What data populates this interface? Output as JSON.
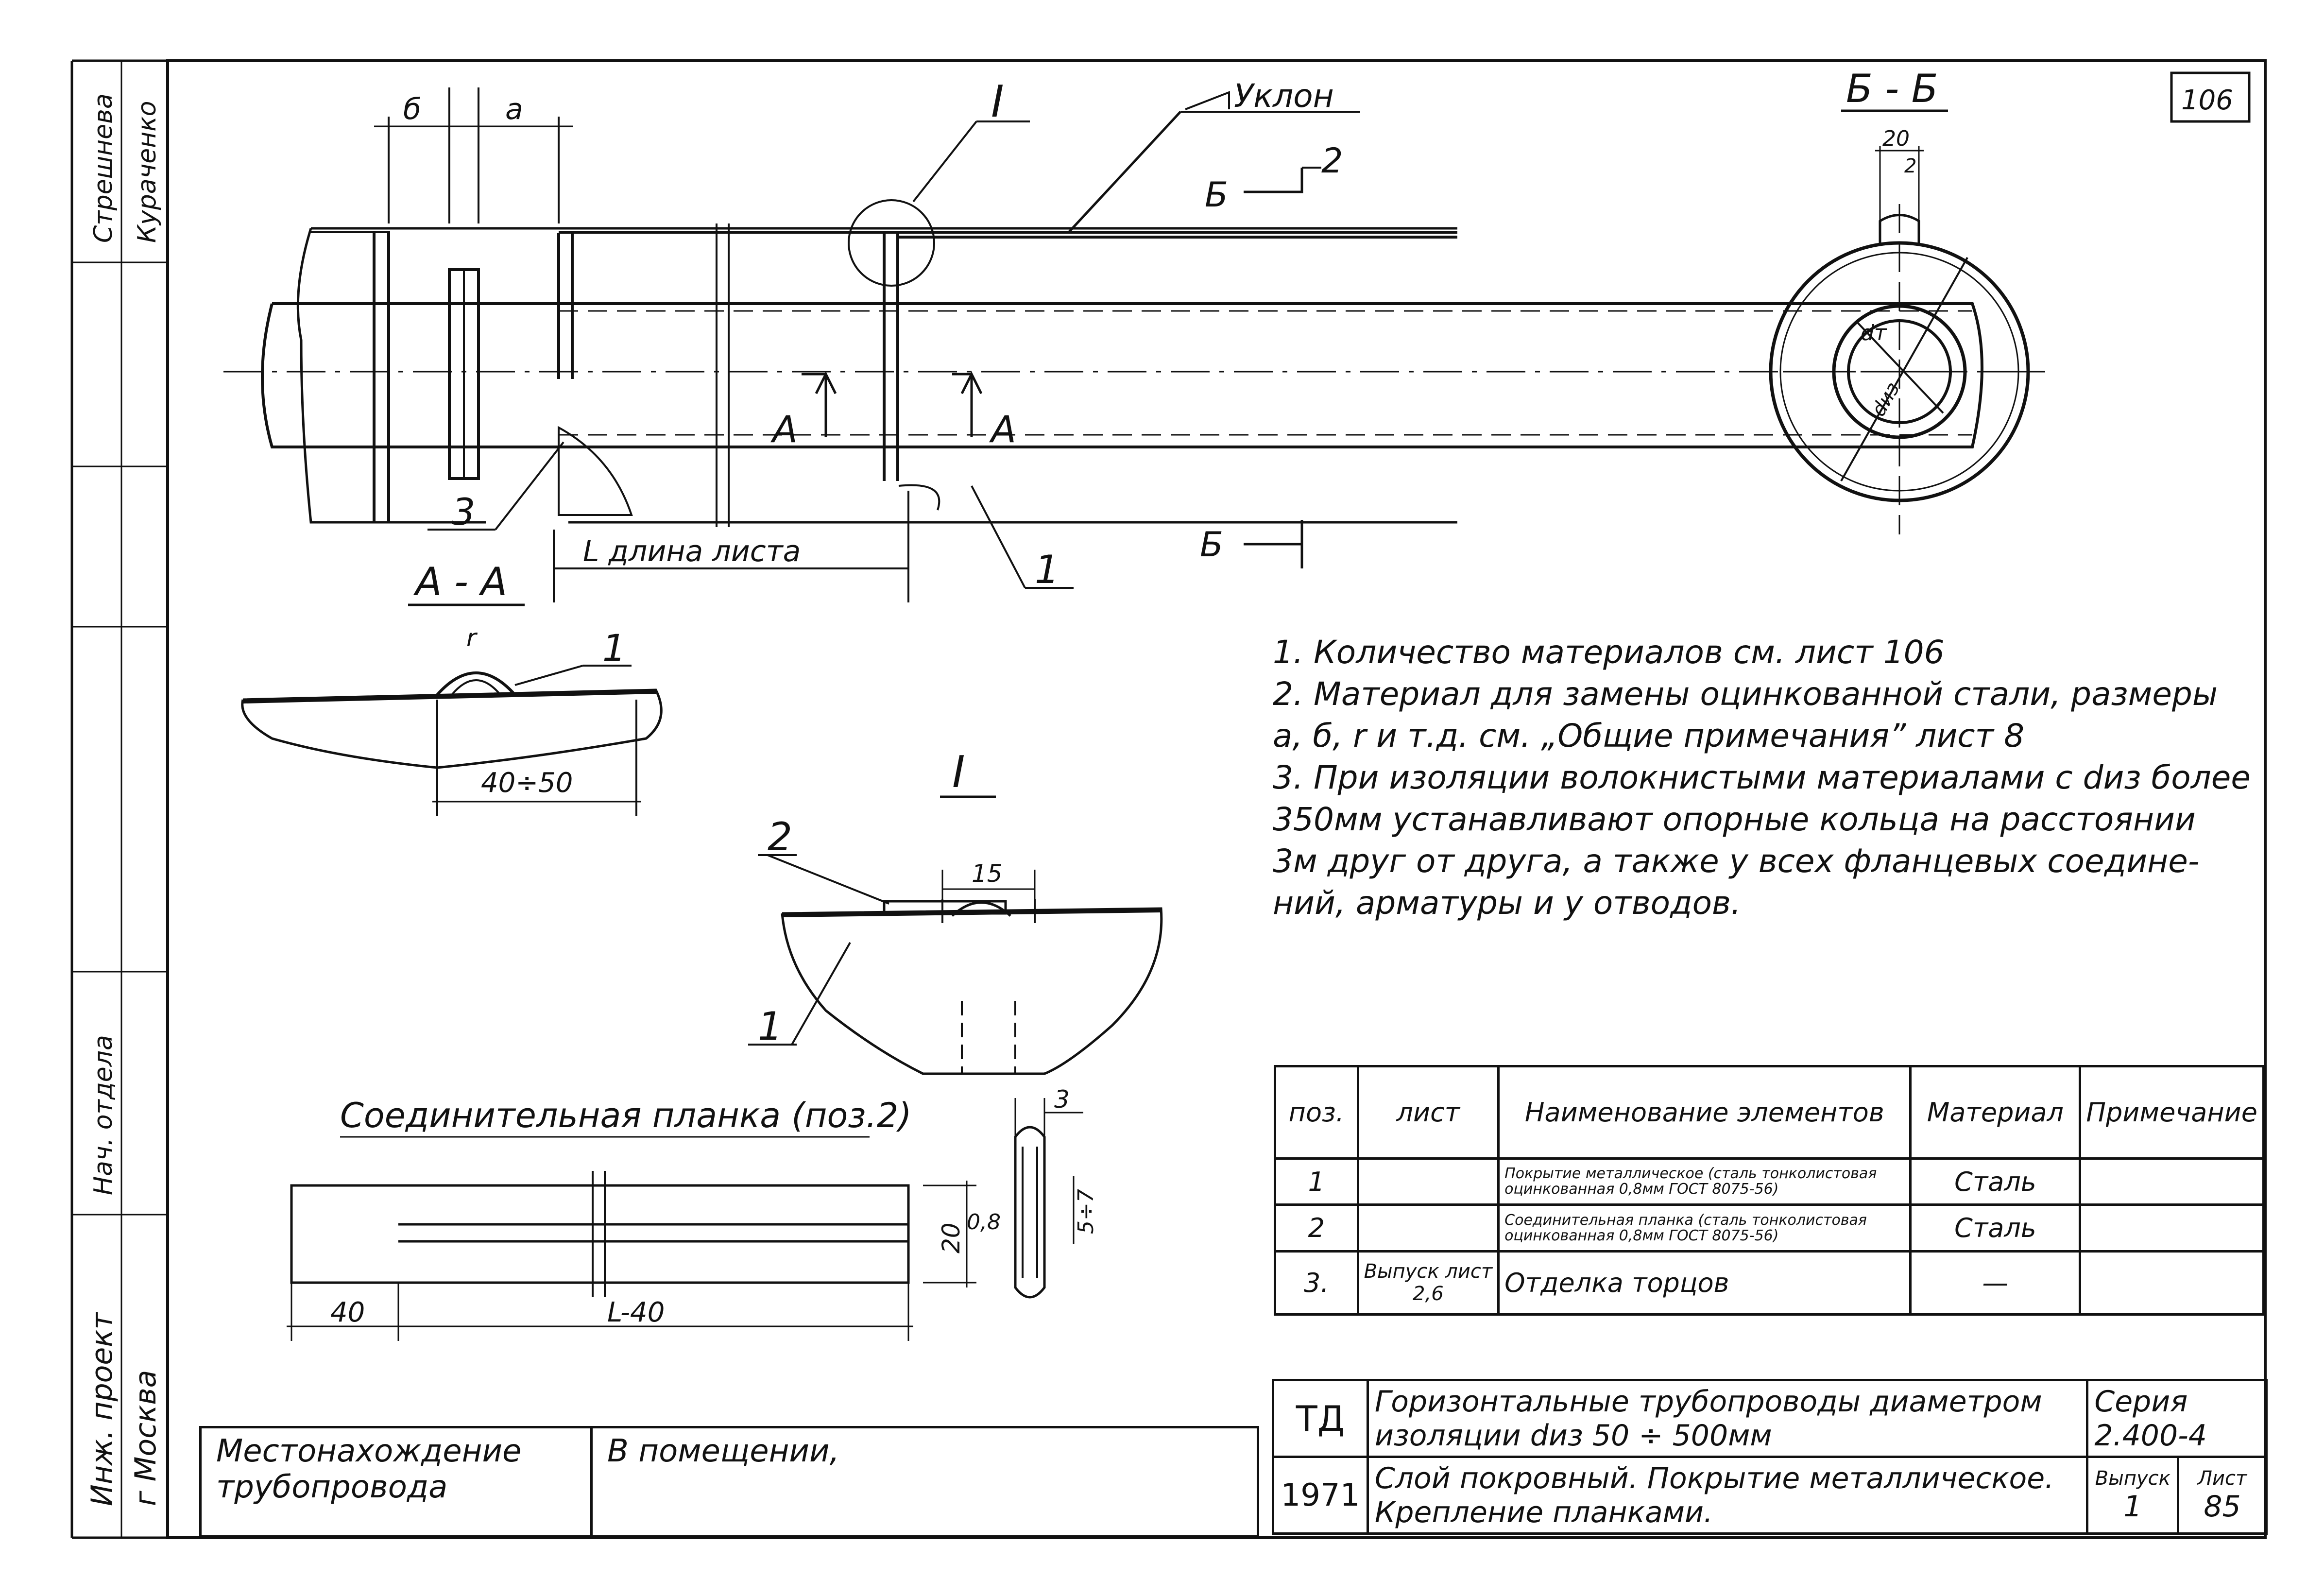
{
  "sheet": {
    "corner_number": "106",
    "left_strip": [
      "Стрешнева",
      "Кураченко",
      "Нач. отдела",
      "Инж. проект",
      "г Москва"
    ]
  },
  "main_view": {
    "dim_b": "б",
    "dim_a": "а",
    "callout_I": "I",
    "slope_label": "Уклон",
    "section_B_top": "Б",
    "pos_2": "2",
    "section_A_left": "А",
    "section_A_right": "А",
    "pos_3": "3",
    "pos_1": "1",
    "length_label": "L длина листа",
    "section_B_bottom": "Б"
  },
  "section_BB": {
    "title": "Б - Б",
    "dim_20": "20",
    "dim_2": "2",
    "d_t": "dт",
    "d_iz": "dиз"
  },
  "section_AA": {
    "title": "А - А",
    "dim_r": "r",
    "pos_1": "1",
    "dim_40_50": "40÷50"
  },
  "detail_I": {
    "title": "I",
    "pos_2": "2",
    "dim_15": "15",
    "pos_1": "1"
  },
  "strip": {
    "title": "Соединительная планка (поз.2)",
    "dim_3": "3",
    "dim_08": "0,8",
    "dim_20": "20",
    "dim_5_7": "5÷7",
    "dim_40": "40",
    "dim_L40": "L-40"
  },
  "notes": [
    "1. Количество материалов см. лист 106",
    "2. Материал для замены оцинкованной стали, размеры",
    "   а, б, r и т.д. см. „Общие примечания” лист 8",
    "3. При изоляции волокнистыми материалами с dиз более",
    "   350мм устанавливают опорные кольца на расстоянии",
    "   3м друг от друга, а также у всех фланцевых соедине-",
    "   ний, арматуры и у отводов."
  ],
  "spec_table": {
    "headers": {
      "pos": "поз.",
      "sheet": "лист",
      "name": "Наименование элементов",
      "material": "Материал",
      "note": "Примечание"
    },
    "rows": [
      {
        "pos": "1",
        "sheet": "",
        "name": "Покрытие металлическое (сталь тонколистовая оцинкованная 0,8мм ГОСТ 8075-56)",
        "material": "Сталь",
        "note": ""
      },
      {
        "pos": "2",
        "sheet": "",
        "name": "Соединительная планка (сталь тонколистовая оцинкованная 0,8мм ГОСТ 8075-56)",
        "material": "Сталь",
        "note": ""
      },
      {
        "pos": "3.",
        "sheet": "Выпуск лист 2,6",
        "name": "Отделка торцов",
        "material": "—",
        "note": ""
      }
    ]
  },
  "location": {
    "label": "Местонахождение трубопровода",
    "value": "В помещении,"
  },
  "stamp": {
    "org": "ТД",
    "year": "1971",
    "title_line1": "Горизонтальные трубопроводы диаметром изоляции dиз 50 ÷ 500мм",
    "title_line2": "Слой покровный. Покрытие металлическое. Крепление планками.",
    "series_label": "Серия",
    "series_value": "2.400-4",
    "issue_label": "Выпуск",
    "issue_value": "1",
    "sheet_label": "Лист",
    "sheet_value": "85"
  }
}
